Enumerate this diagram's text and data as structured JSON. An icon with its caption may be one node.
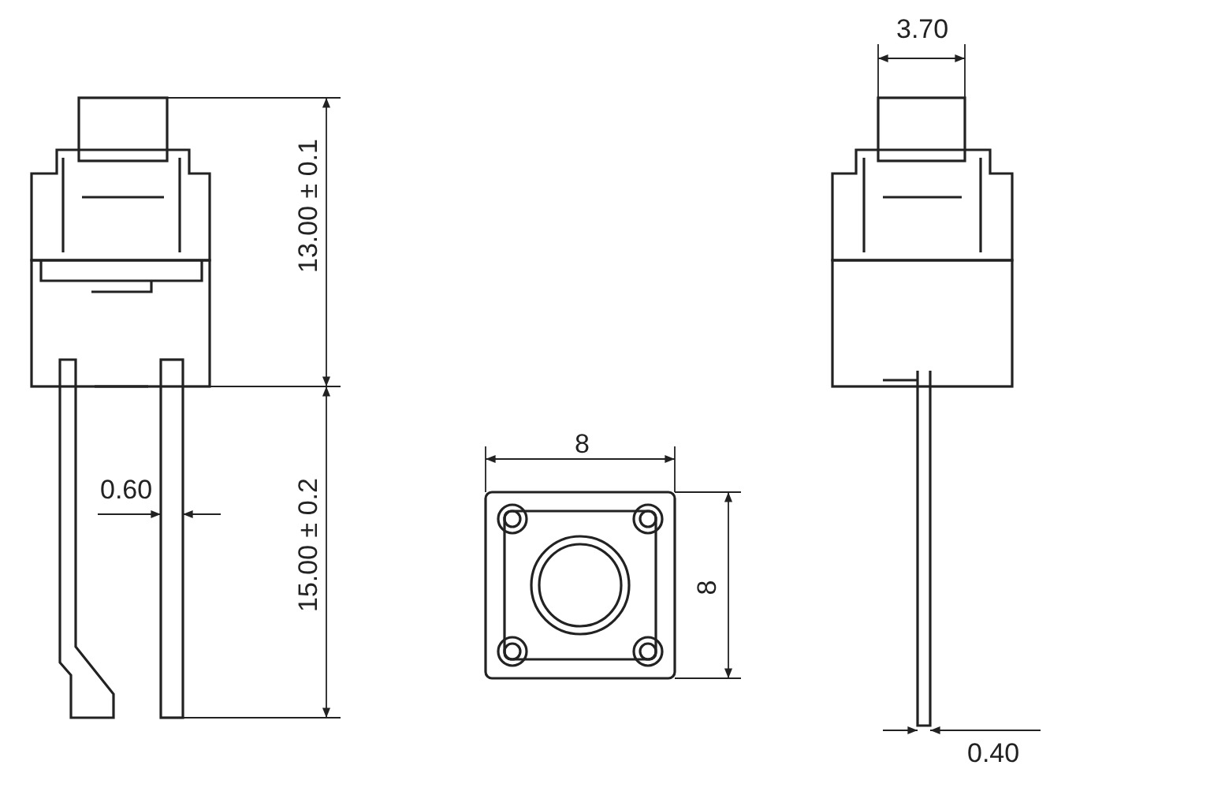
{
  "diagram": {
    "labels": [
      "3.70",
      "13.00 ± 0.1",
      "8",
      "0.60",
      "15.00 ± 0.2",
      "8",
      "0.40"
    ]
  }
}
